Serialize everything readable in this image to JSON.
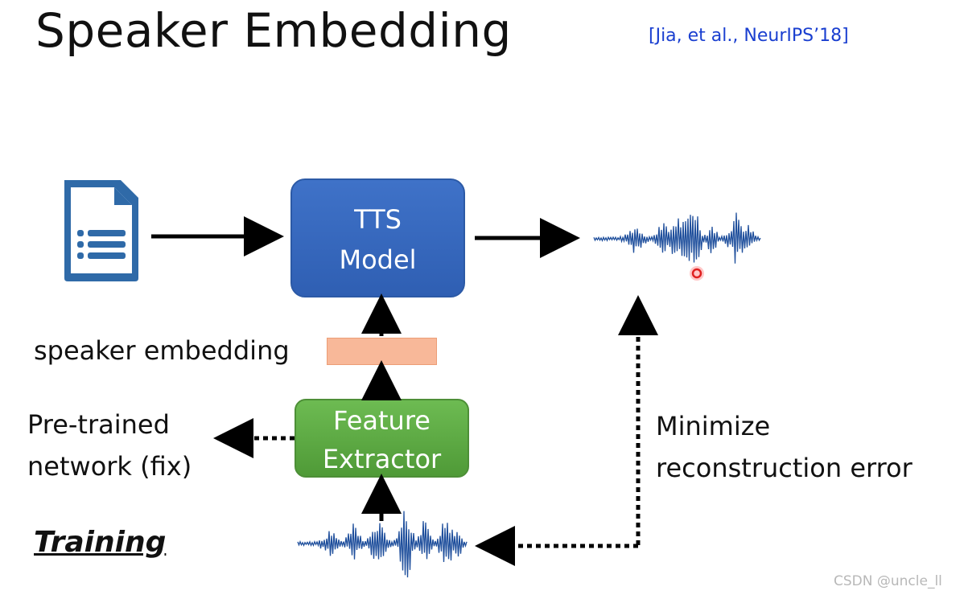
{
  "title": "Speaker Embedding",
  "citation": "[Jia, et al., NeurIPS’18]",
  "tts_model": {
    "line1": "TTS",
    "line2": "Model"
  },
  "feature_extractor": {
    "line1": "Feature",
    "line2": "Extractor"
  },
  "speaker_embedding_label": "speaker embedding",
  "pretrained_label": {
    "line1": "Pre-trained",
    "line2": "network (fix)"
  },
  "minimize_label": {
    "line1": "Minimize",
    "line2": "reconstruction error"
  },
  "training_label": "Training",
  "watermark": "CSDN @uncle_ll",
  "colors": {
    "tts_box": "#3a6bbd",
    "feature_box": "#5fac46",
    "embedding_rect": "#f8b899",
    "waveform": "#1f4f9c",
    "citation": "#1a3fd0",
    "document_icon": "#2f6aa8",
    "cursor_dot": "#e02020"
  },
  "icons": {
    "input_text": "document-list-icon",
    "cursor": "cursor-dot-icon"
  }
}
